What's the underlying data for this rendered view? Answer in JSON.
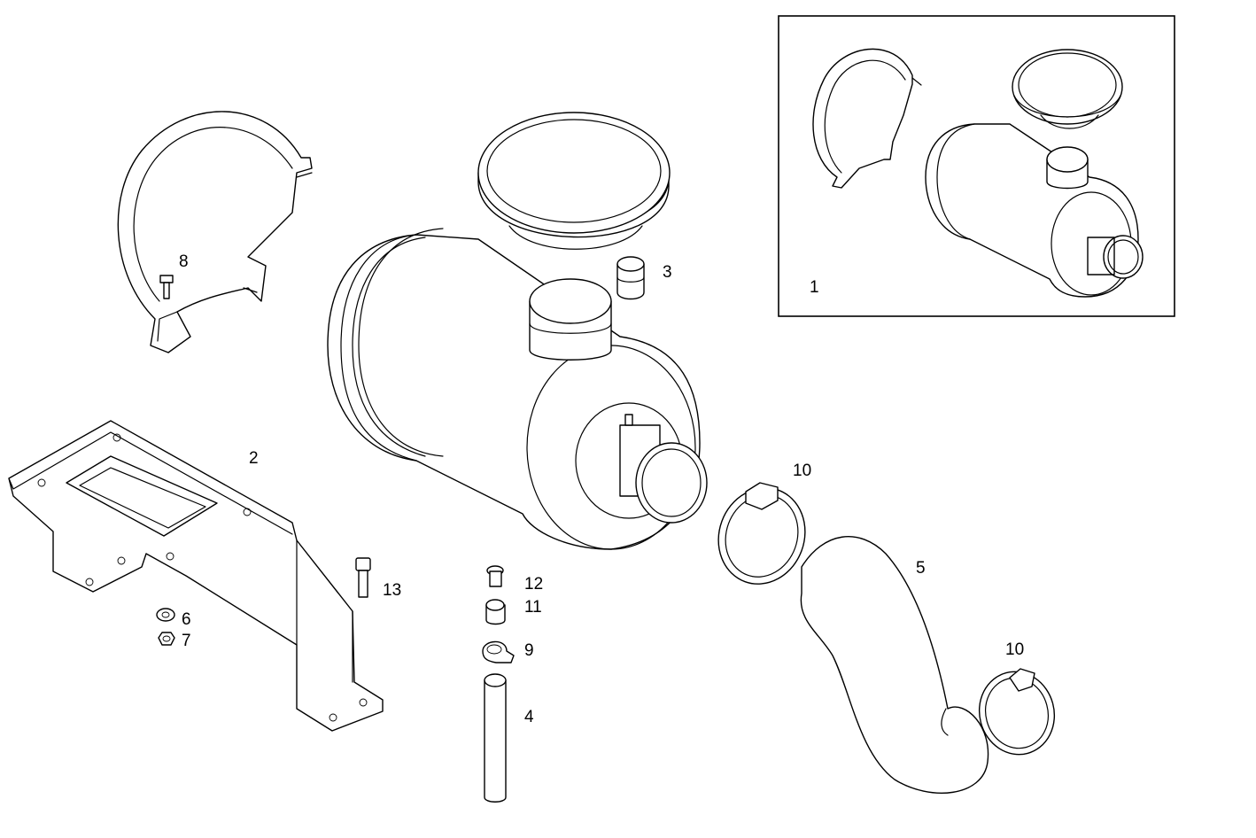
{
  "diagram": {
    "callouts": {
      "c1": "1",
      "c2": "2",
      "c3": "3",
      "c4": "4",
      "c5": "5",
      "c6": "6",
      "c7": "7",
      "c8": "8",
      "c9": "9",
      "c10a": "10",
      "c10b": "10",
      "c11": "11",
      "c12": "12",
      "c13": "13"
    }
  }
}
